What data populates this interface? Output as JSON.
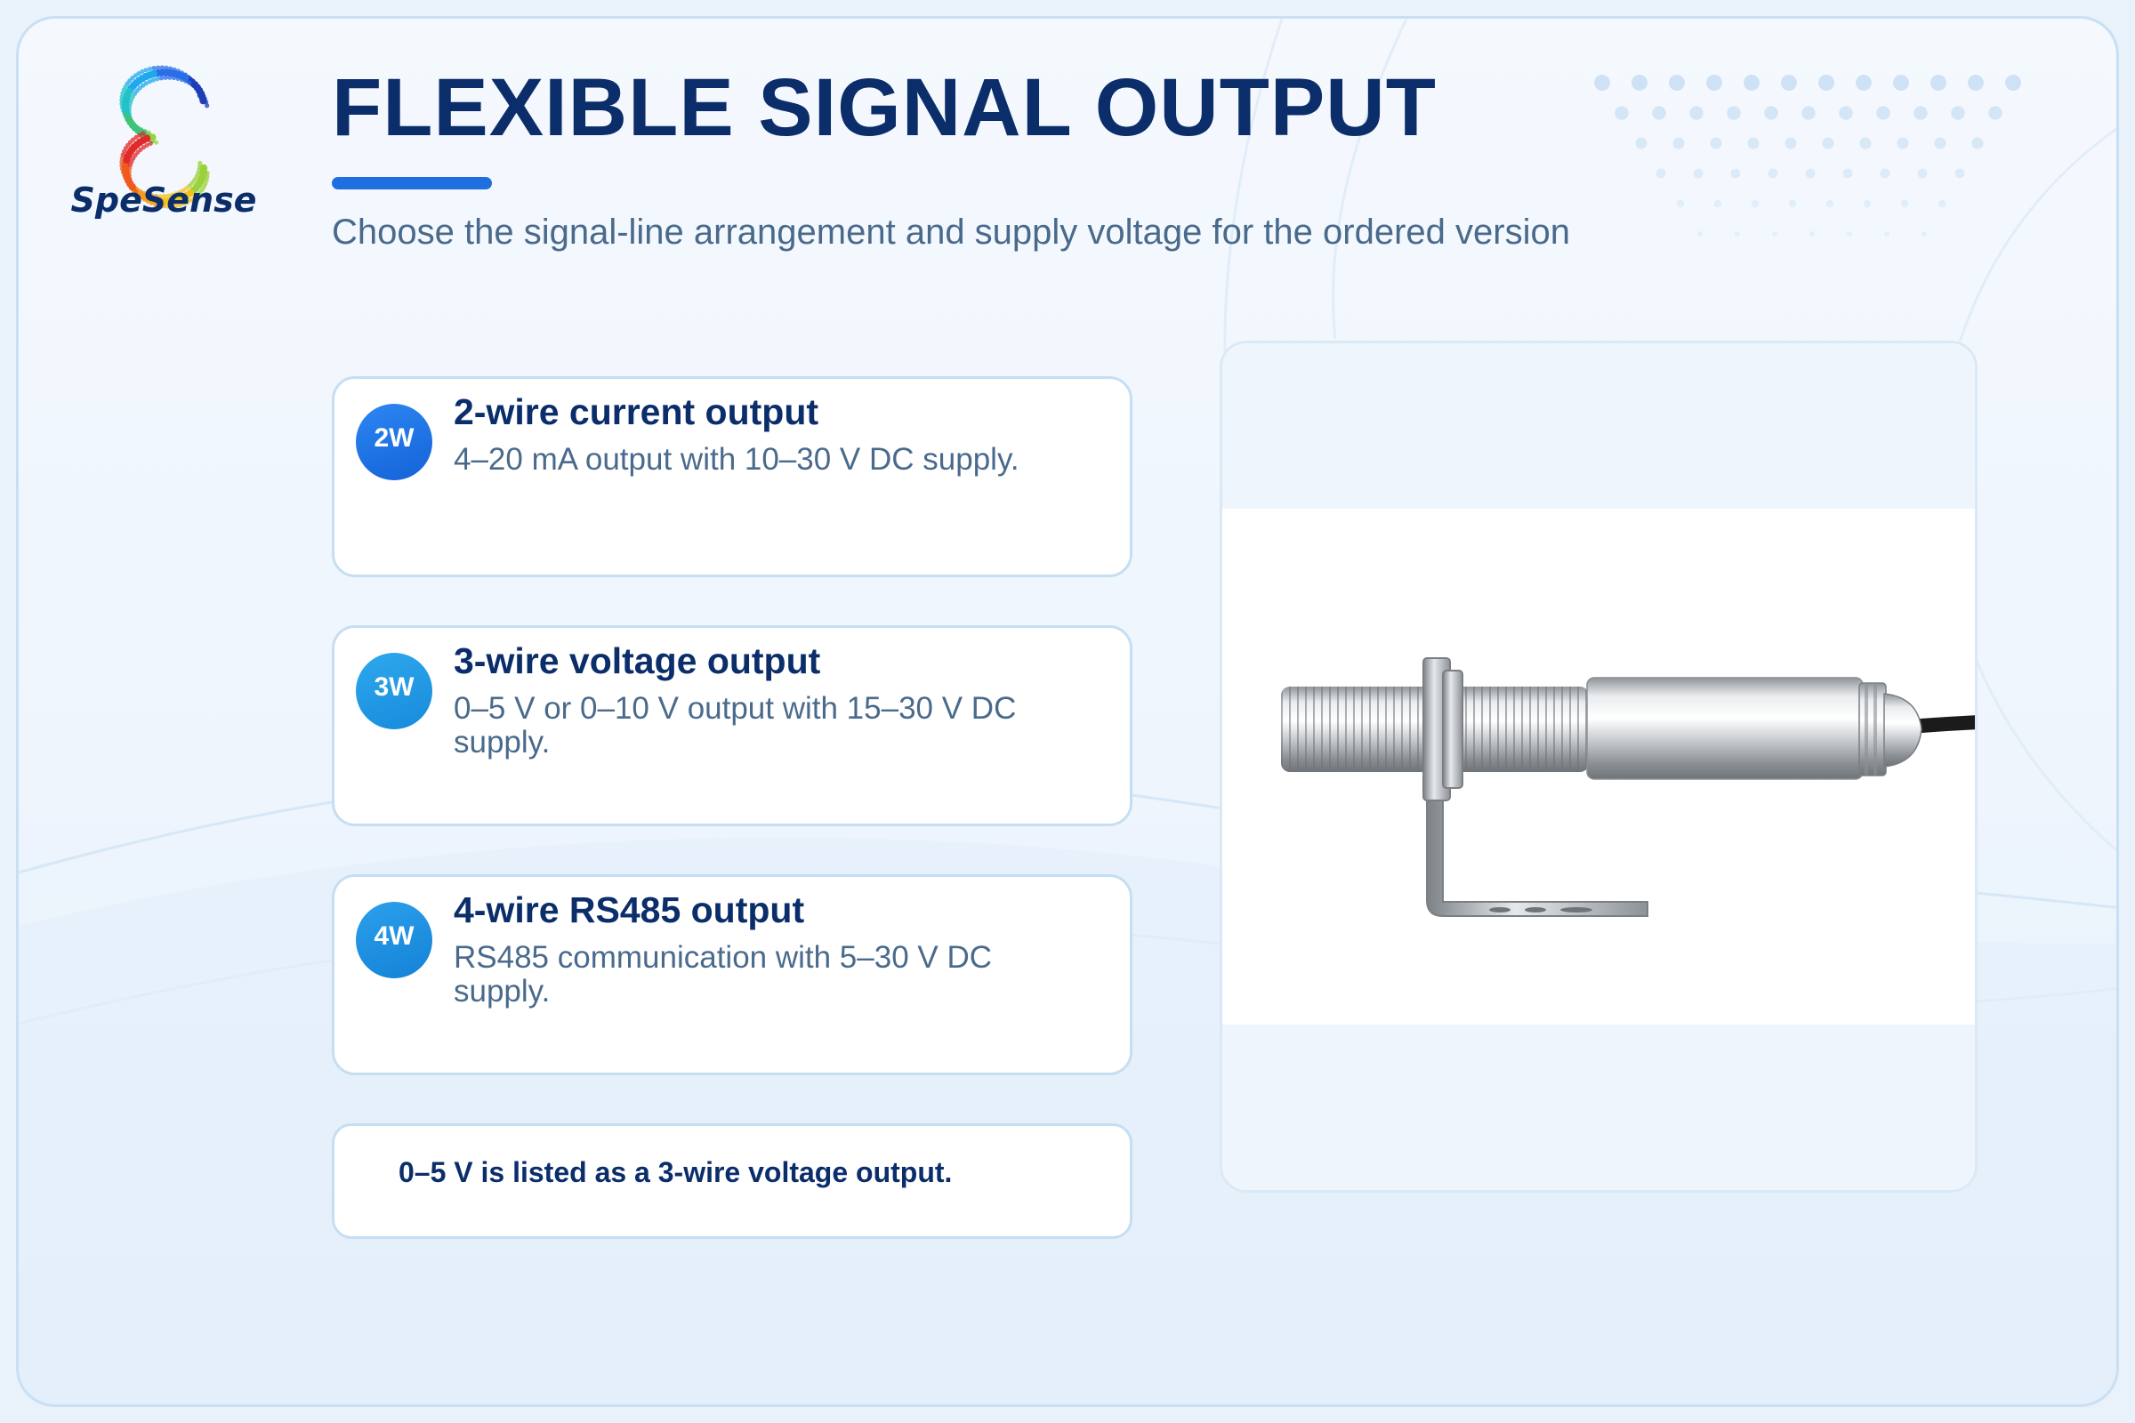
{
  "brand": {
    "name": "SpeSense"
  },
  "header": {
    "title": "FLEXIBLE SIGNAL OUTPUT",
    "subtitle": "Choose the signal-line arrangement and supply voltage for the ordered version"
  },
  "options": [
    {
      "badge": "2W",
      "title": "2-wire current output",
      "description": "4–20 mA output with 10–30 V DC supply.",
      "color": "#1c6fe6"
    },
    {
      "badge": "3W",
      "title": "3-wire voltage output",
      "description": "0–5 V or 0–10 V output with 15–30 V DC supply.",
      "color": "#1b96e0"
    },
    {
      "badge": "4W",
      "title": "4-wire RS485 output",
      "description": "RS485 communication with 5–30 V DC supply.",
      "color": "#1b8ede"
    }
  ],
  "note": {
    "text": "0–5 V is listed as a 3-wire voltage output."
  },
  "colors": {
    "title": "#0b2e6b",
    "accent": "#1f6fe0",
    "muted": "#4a6a8c"
  }
}
